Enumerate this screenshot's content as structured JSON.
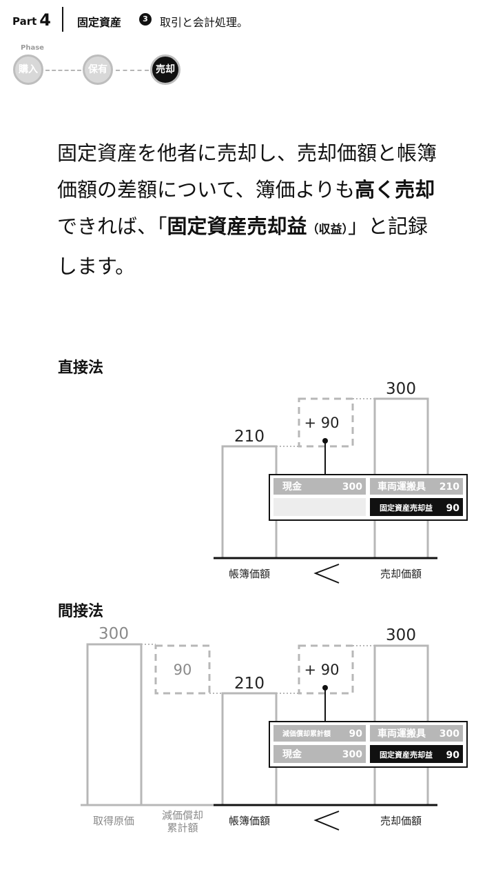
{
  "header": {
    "part_label": "Part",
    "part_number": "4",
    "section": "固定資産",
    "chapter_number": "3",
    "chapter_title": "取引と会計処理。"
  },
  "phases": {
    "label": "Phase",
    "items": [
      {
        "label": "購入",
        "active": false
      },
      {
        "label": "保有",
        "active": false
      },
      {
        "label": "売却",
        "active": true
      }
    ]
  },
  "body": {
    "line1": "固定資産を他者に売却し、売却価額と帳簿",
    "line2_a": "価額の差額について、簿価よりも",
    "line2_b": "高く売却",
    "line3_a": "できれば、「",
    "line3_b": "固定資産売却益",
    "line3_c": "（収益）",
    "line3_d": "」と記録",
    "line4": "します。"
  },
  "direct": {
    "heading": "直接法",
    "book_value": "210",
    "sale_value": "300",
    "gain": "+ 90",
    "label_book": "帳簿価額",
    "label_sale": "売却価額",
    "compare": "<",
    "journal": {
      "debit": [
        {
          "account": "現金",
          "amount": "300"
        }
      ],
      "credit": [
        {
          "account": "車両運搬具",
          "amount": "210"
        },
        {
          "account": "固定資産売却益",
          "amount": "90"
        }
      ]
    }
  },
  "indirect": {
    "heading": "間接法",
    "acq_value": "300",
    "dep_value": "90",
    "book_value": "210",
    "sale_value": "300",
    "gain": "+ 90",
    "label_acq": "取得原価",
    "label_dep_1": "減価償却",
    "label_dep_2": "累計額",
    "label_book": "帳簿価額",
    "label_sale": "売却価額",
    "compare": "<",
    "journal": {
      "debit": [
        {
          "account": "減価償却累計額",
          "amount": "90"
        },
        {
          "account": "現金",
          "amount": "300"
        }
      ],
      "credit": [
        {
          "account": "車両運搬具",
          "amount": "300"
        },
        {
          "account": "固定資産売却益",
          "amount": "90"
        }
      ]
    }
  }
}
